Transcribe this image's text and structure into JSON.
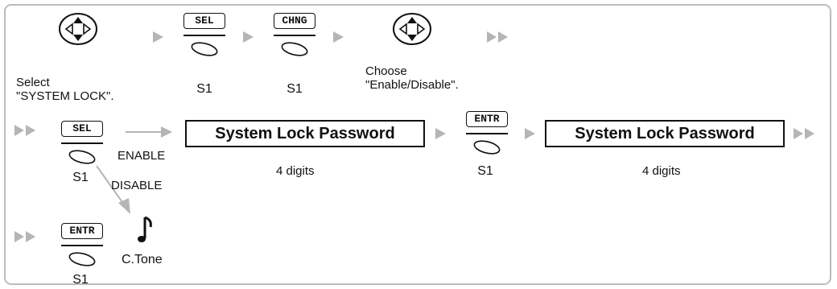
{
  "keys": {
    "sel": "SEL",
    "chng": "CHNG",
    "entr": "ENTR"
  },
  "labels": {
    "select_system_lock": "Select\n\"SYSTEM LOCK\".",
    "choose_enable_disable": "Choose\n\"Enable/Disable\".",
    "s1": "S1",
    "enable": "ENABLE",
    "disable": "DISABLE",
    "password_box": "System Lock Password",
    "four_digits": "4 digits",
    "confirmation_tone": "C.Tone"
  },
  "icons": [
    "navigator-key-icon",
    "soft-button-icon",
    "next-step-arrow-icon",
    "continue-double-arrow-icon",
    "confirmation-tone-note-icon"
  ],
  "colors": {
    "frame": "#bcbcbc",
    "arrow": "#b5b5b5",
    "ink": "#111111"
  }
}
